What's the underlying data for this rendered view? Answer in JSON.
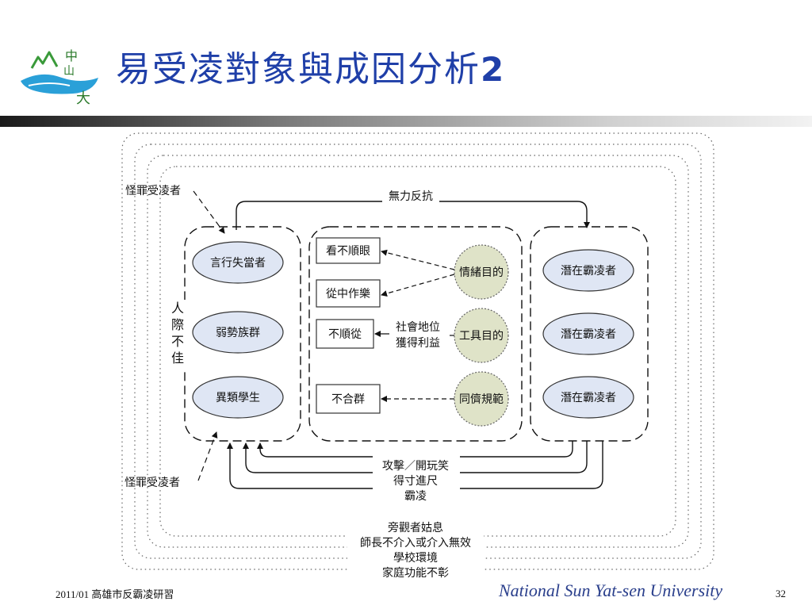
{
  "slide": {
    "title": "易受凌對象與成因分析",
    "title_number": "2",
    "footer_left": "2011/01 高雄市反霸凌研習",
    "footer_right": "National Sun Yat-sen University",
    "page_number": "32"
  },
  "colors": {
    "title": "#1f3fa8",
    "victim_fill": "#dfe6f4",
    "motive_fill": "#dfe3c8",
    "university_text": "#2a3f8c"
  },
  "diagram": {
    "top_label": "無力反抗",
    "blame_victim_top": "怪罪受凌者",
    "blame_victim_bottom": "怪罪受凌者",
    "side_label": "人際不佳",
    "victims": [
      "言行失當者",
      "弱勢族群",
      "異類學生"
    ],
    "triggers": [
      "看不順眼",
      "從中作樂",
      "不順從",
      "不合群"
    ],
    "motives": [
      "情緒目的",
      "工具目的",
      "同儕規範"
    ],
    "tool_gain": [
      "社會地位",
      "獲得利益"
    ],
    "bullies": [
      "潛在霸凌者",
      "潛在霸凌者",
      "潛在霸凌者"
    ],
    "escalation": [
      "攻擊／開玩笑",
      "得寸進尺",
      "霸凌"
    ],
    "context_layers": [
      "旁觀者姑息",
      "師長不介入或介入無效",
      "學校環境",
      "家庭功能不彰"
    ]
  }
}
